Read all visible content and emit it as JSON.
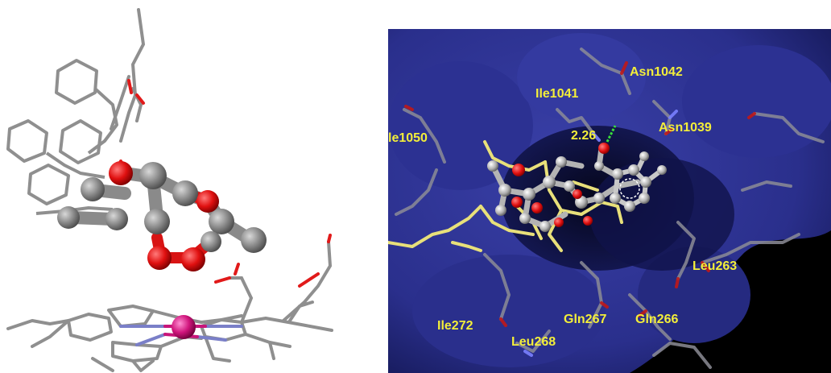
{
  "right_panel": {
    "residue_labels": [
      "Asn1042",
      "Ile1041",
      "Asn1039",
      "le1050",
      "Leu263",
      "Ile272",
      "Gln267",
      "Gln266",
      "Leu268"
    ],
    "distance_label": "2.26"
  },
  "colors": {
    "stick_gray": "#8f8f8f",
    "oxygen_red": "#e11a1a",
    "nitrogen_blue": "#7a7fc8",
    "iron_magenta": "#c8157a",
    "ligand_yellow": "#e8e07a",
    "label_yellow": "#f3ee3a",
    "surface_blue": "#2a2f8c",
    "hbond_green": "#39e039"
  }
}
